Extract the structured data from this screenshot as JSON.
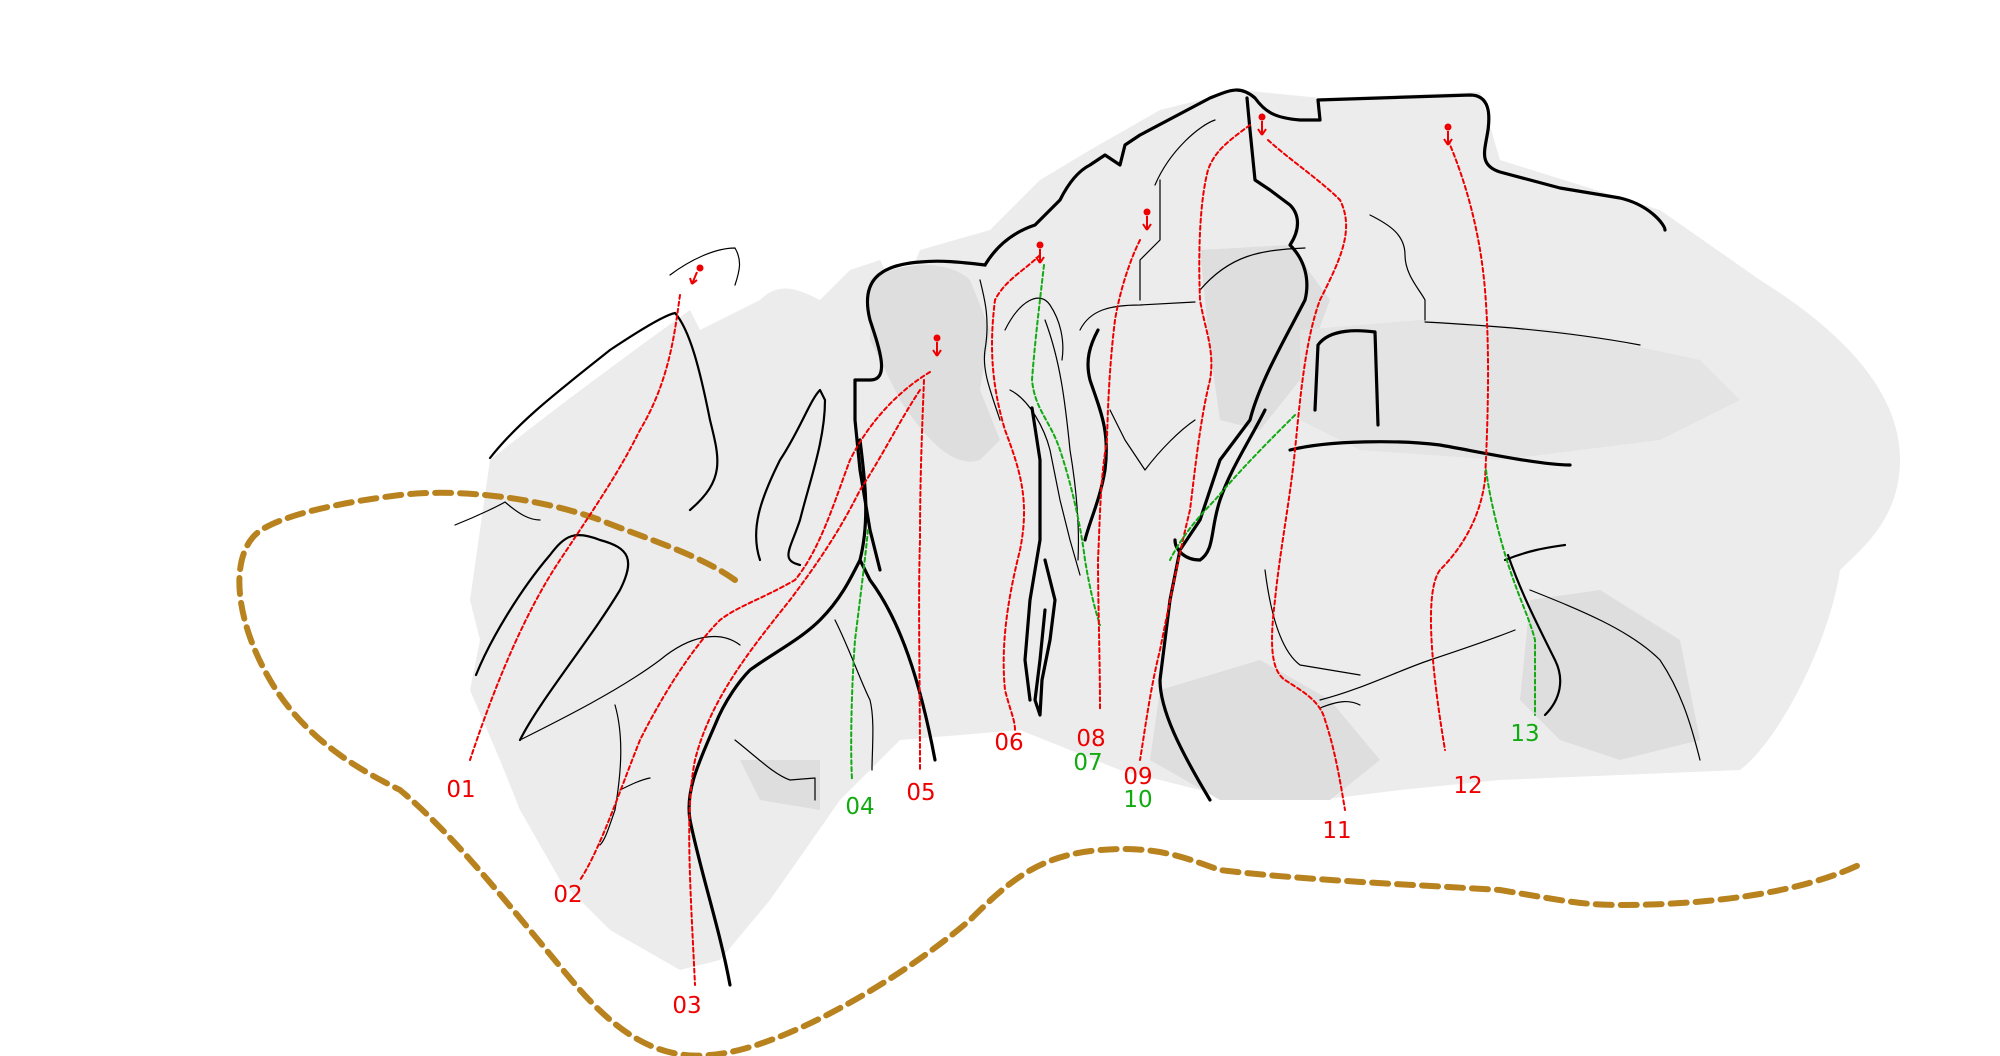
{
  "colors": {
    "route_red": "#ee0000",
    "route_green": "#11aa11",
    "trail": "#b8821f",
    "rock_light": "#ececec",
    "rock_dark": "#dedede"
  },
  "routes": [
    {
      "number": "01",
      "color": "red"
    },
    {
      "number": "02",
      "color": "red"
    },
    {
      "number": "03",
      "color": "red"
    },
    {
      "number": "04",
      "color": "green"
    },
    {
      "number": "05",
      "color": "red"
    },
    {
      "number": "06",
      "color": "red"
    },
    {
      "number": "07",
      "color": "green"
    },
    {
      "number": "08",
      "color": "red"
    },
    {
      "number": "09",
      "color": "red"
    },
    {
      "number": "10",
      "color": "green"
    },
    {
      "number": "11",
      "color": "red"
    },
    {
      "number": "12",
      "color": "red"
    },
    {
      "number": "13",
      "color": "green"
    }
  ],
  "labels": {
    "l01": "01",
    "l02": "02",
    "l03": "03",
    "l04": "04",
    "l05": "05",
    "l06": "06",
    "l07": "07",
    "l08": "08",
    "l09": "09",
    "l10": "10",
    "l11": "11",
    "l12": "12",
    "l13": "13"
  }
}
